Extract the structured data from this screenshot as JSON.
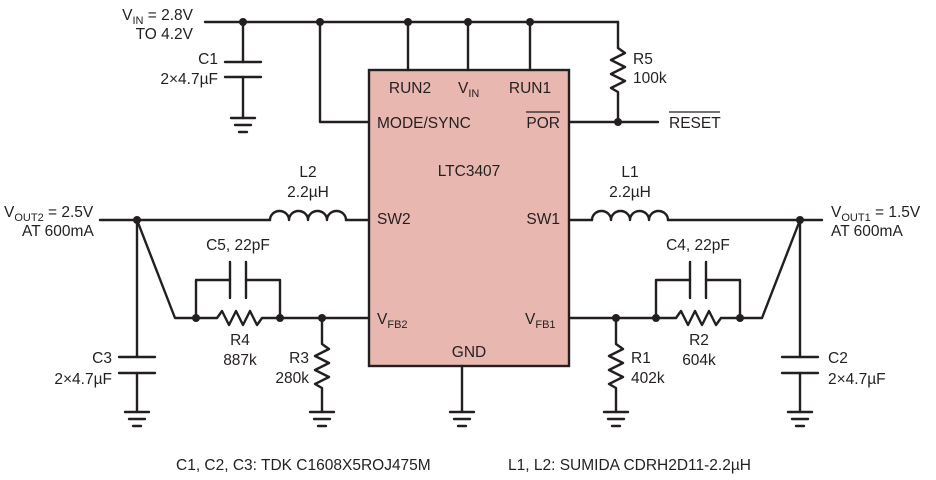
{
  "ic": {
    "name": "LTC3407",
    "color": "#e8b8b0",
    "pins": {
      "run2": "RUN2",
      "vin_main": "V",
      "vin_sub": "IN",
      "run1": "RUN1",
      "mode_sync": "MODE/SYNC",
      "por": "POR",
      "sw2": "SW2",
      "sw1": "SW1",
      "vfb2_main": "V",
      "vfb2_sub": "FB2",
      "vfb1_main": "V",
      "vfb1_sub": "FB1",
      "gnd": "GND"
    }
  },
  "supply": {
    "vin_prefix": "V",
    "vin_sub": "IN",
    "vin_value": " = 2.8V",
    "vin_range": "TO 4.2V"
  },
  "outputs": {
    "vout2_prefix": "V",
    "vout2_sub": "OUT2",
    "vout2_value": " = 2.5V",
    "vout2_current": "AT 600mA",
    "vout1_prefix": "V",
    "vout1_sub": "OUT1",
    "vout1_value": " = 1.5V",
    "vout1_current": "AT 600mA"
  },
  "reset_label": "RESET",
  "components": {
    "c1_name": "C1",
    "c1_value": "2×4.7µF",
    "c2_name": "C2",
    "c2_value": "2×4.7µF",
    "c3_name": "C3",
    "c3_value": "2×4.7µF",
    "c4_label": "C4, 22pF",
    "c5_label": "C5, 22pF",
    "l1_name": "L1",
    "l1_value": "2.2µH",
    "l2_name": "L2",
    "l2_value": "2.2µH",
    "r1_name": "R1",
    "r1_value": "402k",
    "r2_name": "R2",
    "r2_value": "604k",
    "r3_name": "R3",
    "r3_value": "280k",
    "r4_name": "R4",
    "r4_value": "887k",
    "r5_name": "R5",
    "r5_value": "100k"
  },
  "notes": {
    "capacitors": "C1, C2, C3: TDK C1608X5ROJ475M",
    "inductors": "L1, L2: SUMIDA CDRH2D11-2.2µH"
  }
}
